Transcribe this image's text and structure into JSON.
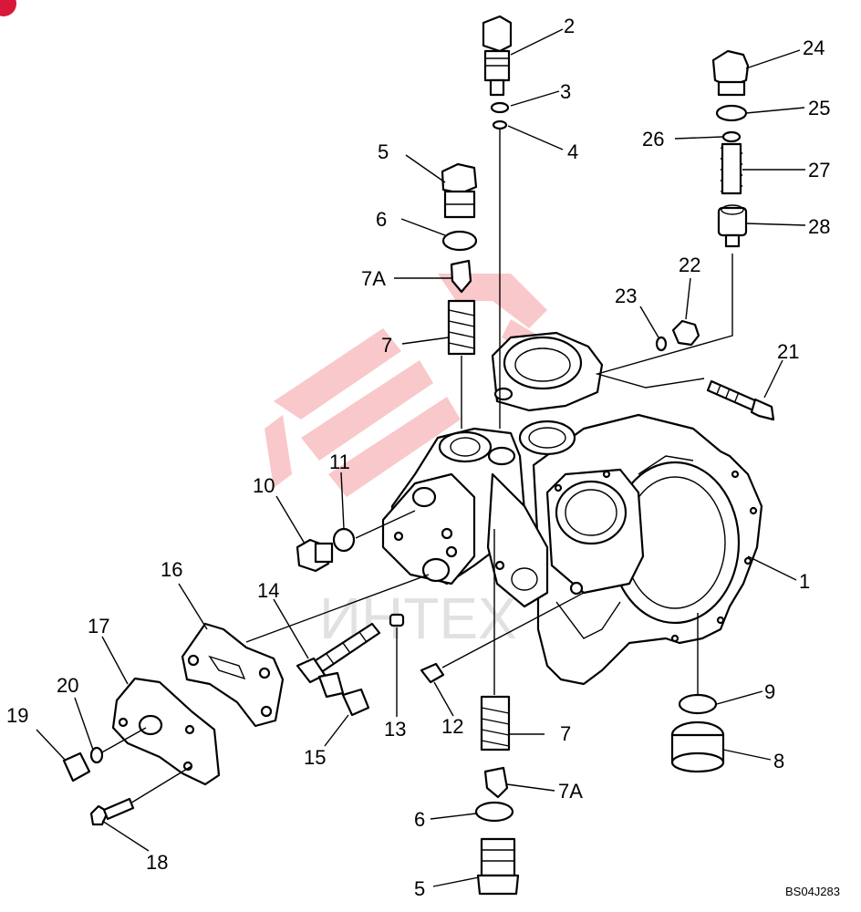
{
  "diagram": {
    "drawing_code": "BS04J283",
    "watermark_text": "ИНТЕХ",
    "accent_color": "#e8393f",
    "labels": {
      "p1": "1",
      "p2": "2",
      "p3": "3",
      "p4": "4",
      "p5a": "5",
      "p5b": "5",
      "p6a": "6",
      "p6b": "6",
      "p7a": "7",
      "p7b": "7",
      "p7Aa": "7A",
      "p7Ab": "7A",
      "p8": "8",
      "p9": "9",
      "p10": "10",
      "p11": "11",
      "p12": "12",
      "p13": "13",
      "p14": "14",
      "p15": "15",
      "p16": "16",
      "p17": "17",
      "p18": "18",
      "p19": "19",
      "p20": "20",
      "p21": "21",
      "p22": "22",
      "p23": "23",
      "p24": "24",
      "p25": "25",
      "p26": "26",
      "p27": "27",
      "p28": "28"
    }
  }
}
